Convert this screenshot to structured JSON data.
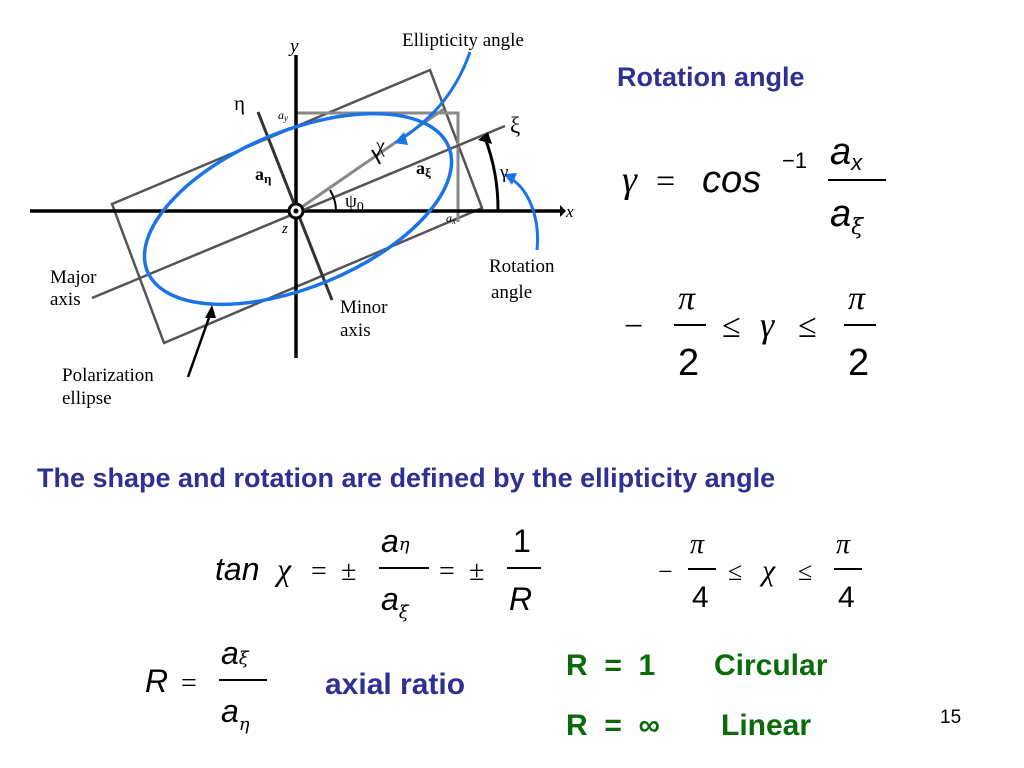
{
  "diagram": {
    "labels": {
      "y_axis": "y",
      "x_axis": "x",
      "z_axis": "z",
      "eta": "η",
      "xi": "ξ",
      "ellipticity_angle": "Ellipticity angle",
      "chi": "χ",
      "gamma": "γ",
      "psi0": "ψ",
      "psi0_sub": "0",
      "a_eta": "a",
      "a_eta_sub": "η",
      "a_xi": "a",
      "a_xi_sub": "ξ",
      "a_y": "a",
      "a_y_sub": "y",
      "a_x": "a",
      "a_x_sub": "x",
      "major_axis_line1": "Major",
      "major_axis_line2": "axis",
      "minor_axis_line1": "Minor",
      "minor_axis_line2": "axis",
      "rotation_angle_line1": "Rotation",
      "rotation_angle_line2": "angle",
      "polarization_line1": "Polarization",
      "polarization_line2": "ellipse"
    },
    "colors": {
      "ellipse": "#1a73e8",
      "frame": "#555555",
      "axes": "#000000"
    }
  },
  "rotation_section": {
    "heading": "Rotation angle",
    "formula": {
      "gamma": "γ",
      "equals": "=",
      "cos": "cos",
      "exponent": "−1",
      "num": "a",
      "num_sub": "x",
      "den": "a",
      "den_sub": "ξ"
    },
    "range": {
      "minus": "−",
      "pi": "π",
      "two": "2",
      "leq": "≤",
      "gamma": "γ"
    }
  },
  "shape_heading": "The shape and rotation are defined by the ellipticity angle",
  "tan_formula": {
    "tan": "tan",
    "chi": "χ",
    "equals": "=",
    "pm": "±",
    "a": "a",
    "sub_eta": "η",
    "sub_xi": "ξ",
    "one": "1",
    "R": "R"
  },
  "chi_range": {
    "minus": "−",
    "pi": "π",
    "four": "4",
    "leq": "≤",
    "chi": "χ"
  },
  "R_formula": {
    "R": "R",
    "equals": "=",
    "a": "a",
    "sub_xi": "ξ",
    "sub_eta": "η",
    "caption": "axial ratio"
  },
  "cases": {
    "circular": {
      "lhs": "R  =  1",
      "label": "Circular"
    },
    "linear": {
      "lhs": "R  =  ∞",
      "label": "Linear"
    }
  },
  "page_number": "15"
}
